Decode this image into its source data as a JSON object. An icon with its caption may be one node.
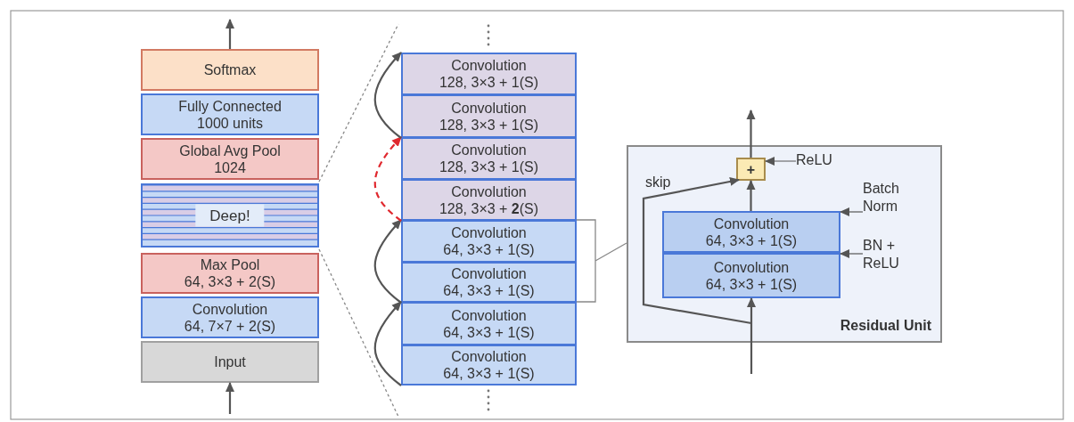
{
  "diagram": {
    "nodes": [
      {
        "text": [
          "Softmax"
        ]
      },
      {
        "text": [
          "Fully Connected 1000 units"
        ]
      },
      {
        "text": [
          "Global Avg Pool 1024"
        ]
      },
      {
        "text": [
          "Deep!"
        ]
      },
      {
        "text": [
          "Max Pool 64, 3×3 + 2(S)"
        ]
      },
      {
        "text": [
          "Convolution 64, 7×7 + 2(S)"
        ]
      },
      {
        "text": [
          "Input"
        ]
      },
      {
        "text": [
          "Convolution 128, 3×3 + 1(S)"
        ]
      },
      {
        "text": [
          "Convolution 128, 3×3 + 1(S)"
        ]
      },
      {
        "text": [
          "Convolution 128, 3×3 + 1(S)"
        ]
      },
      {
        "text": [
          "Convolution 128, 3×3 + **2**(S)"
        ]
      },
      {
        "text": [
          "Convolution 64, 3×3 + 1(S)"
        ]
      },
      {
        "text": [
          "Convolution 64, 3×3 + 1(S)"
        ]
      },
      {
        "text": [
          "Convolution 64, 3×3 + 1(S)"
        ]
      },
      {
        "text": [
          "Convolution 64, 3×3 + 1(S)"
        ]
      },
      {
        "text": [
          "Residual Unit"
        ]
      },
      {
        "text": [
          "+"
        ],
        "in": 15
      },
      {
        "text": [
          "Convolution 64, 3×3 + 1(S)"
        ],
        "in": 15
      },
      {
        "text": [
          "Convolution 64, 3×3 + 1(S)"
        ],
        "in": 15
      },
      {
        "text": [
          "ReLU"
        ],
        "in": 15
      },
      {
        "text": [
          "Batch Norm"
        ],
        "in": 15
      },
      {
        "text": [
          "BN + ReLU"
        ],
        "in": 15
      }
    ],
    "edges": [
      {
        "from": null,
        "to": 6,
        "arrow": "to"
      },
      {
        "from": 0,
        "to": null,
        "arrow": "to"
      },
      {
        "from": 14,
        "to": 13,
        "arrow": "to"
      },
      {
        "from": 12,
        "to": 11,
        "arrow": "to"
      },
      {
        "from": 10,
        "to": 9,
        "arrow": "to",
        "style": "dashed",
        "color": "#e0282e"
      },
      {
        "from": 8,
        "to": 7,
        "arrow": "to"
      },
      {
        "from": null,
        "to": 18,
        "arrow": "to"
      },
      {
        "from": 17,
        "to": 16,
        "arrow": "to"
      },
      {
        "from": 16,
        "to": null,
        "arrow": "to"
      },
      {
        "from": null,
        "to": 16,
        "arrow": "to",
        "label": "skip"
      },
      {
        "from": 19,
        "to": 16,
        "arrow": "to"
      },
      {
        "from": 20,
        "to": 17,
        "arrow": "to"
      },
      {
        "from": 21,
        "to": 18,
        "arrow": "to"
      }
    ]
  }
}
